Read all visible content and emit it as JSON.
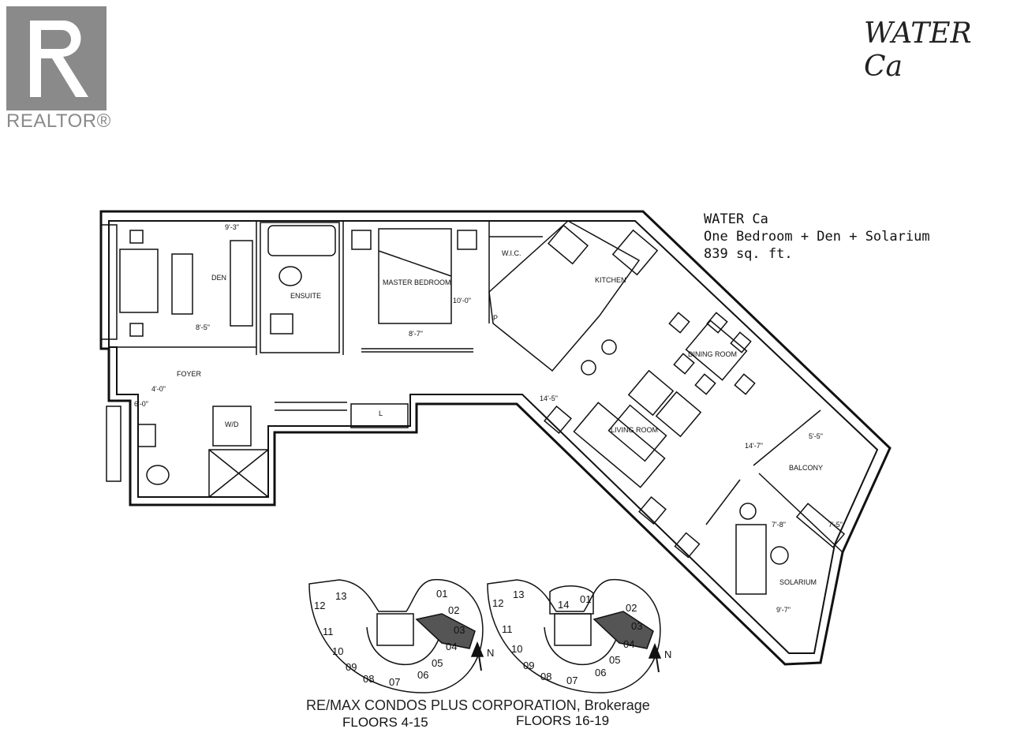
{
  "logo": {
    "wordmark": "REALTOR®",
    "logo_color": "#8a8a8a"
  },
  "handwritten_note": {
    "line1": "WATER",
    "line2": "Ca"
  },
  "unit_info": {
    "name": "WATER Ca",
    "type": "One Bedroom + Den + Solarium",
    "area": "839 sq. ft."
  },
  "rooms": {
    "den": "DEN",
    "ensuite": "ENSUITE",
    "master_bedroom": "MASTER BEDROOM",
    "wic": "W.I.C.",
    "kitchen": "KITCHEN",
    "dining_room": "DINING ROOM",
    "foyer": "FOYER",
    "wd": "W/D",
    "living_room": "LIVING ROOM",
    "balcony": "BALCONY",
    "solarium": "SOLARIUM",
    "linen": "L",
    "pantry": "P"
  },
  "dimensions": {
    "den_width": "9'-3\"",
    "den_depth": "8'-5\"",
    "bedroom_width": "8'-7\"",
    "bedroom_depth": "10'-0\"",
    "foyer_a": "4'-0\"",
    "foyer_b": "6'-0\"",
    "living_width": "14'-5\"",
    "living_depth": "14'-7\"",
    "balcony_width": "5'-5\"",
    "balcony_depth": "7'-5\"",
    "solarium_width": "7'-8\"",
    "solarium_depth": "9'-7\""
  },
  "keyplans": [
    {
      "label": "FLOORS 4-15",
      "units": [
        "01",
        "02",
        "03",
        "04",
        "05",
        "06",
        "07",
        "08",
        "09",
        "10",
        "11",
        "12",
        "13"
      ]
    },
    {
      "label": "FLOORS 16-19",
      "units": [
        "01",
        "02",
        "03",
        "04",
        "05",
        "06",
        "07",
        "08",
        "09",
        "10",
        "11",
        "12",
        "13",
        "14"
      ]
    }
  ],
  "north_label": "N",
  "brokerage": "RE/MAX CONDOS PLUS CORPORATION, Brokerage"
}
